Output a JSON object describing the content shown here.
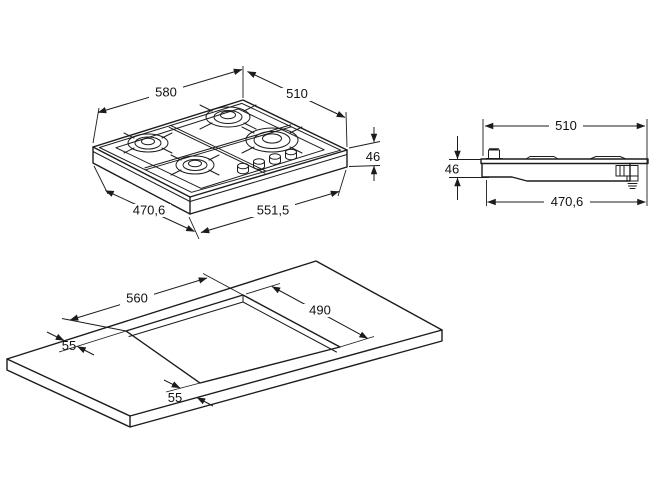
{
  "drawing": {
    "background": "#ffffff",
    "line_color": "#1c1c1c",
    "iso_view": {
      "top_width_mm": "580",
      "top_depth_mm": "510",
      "height_mm": "46",
      "body_depth_mm": "470,6",
      "body_width_mm": "551,5"
    },
    "side_view": {
      "top_width_mm": "510",
      "height_mm": "46",
      "body_width_mm": "470,6"
    },
    "cutout_view": {
      "cutout_width_mm": "560",
      "cutout_depth_mm": "490",
      "side_clearance_mm": "55",
      "front_clearance_mm": "55"
    }
  }
}
